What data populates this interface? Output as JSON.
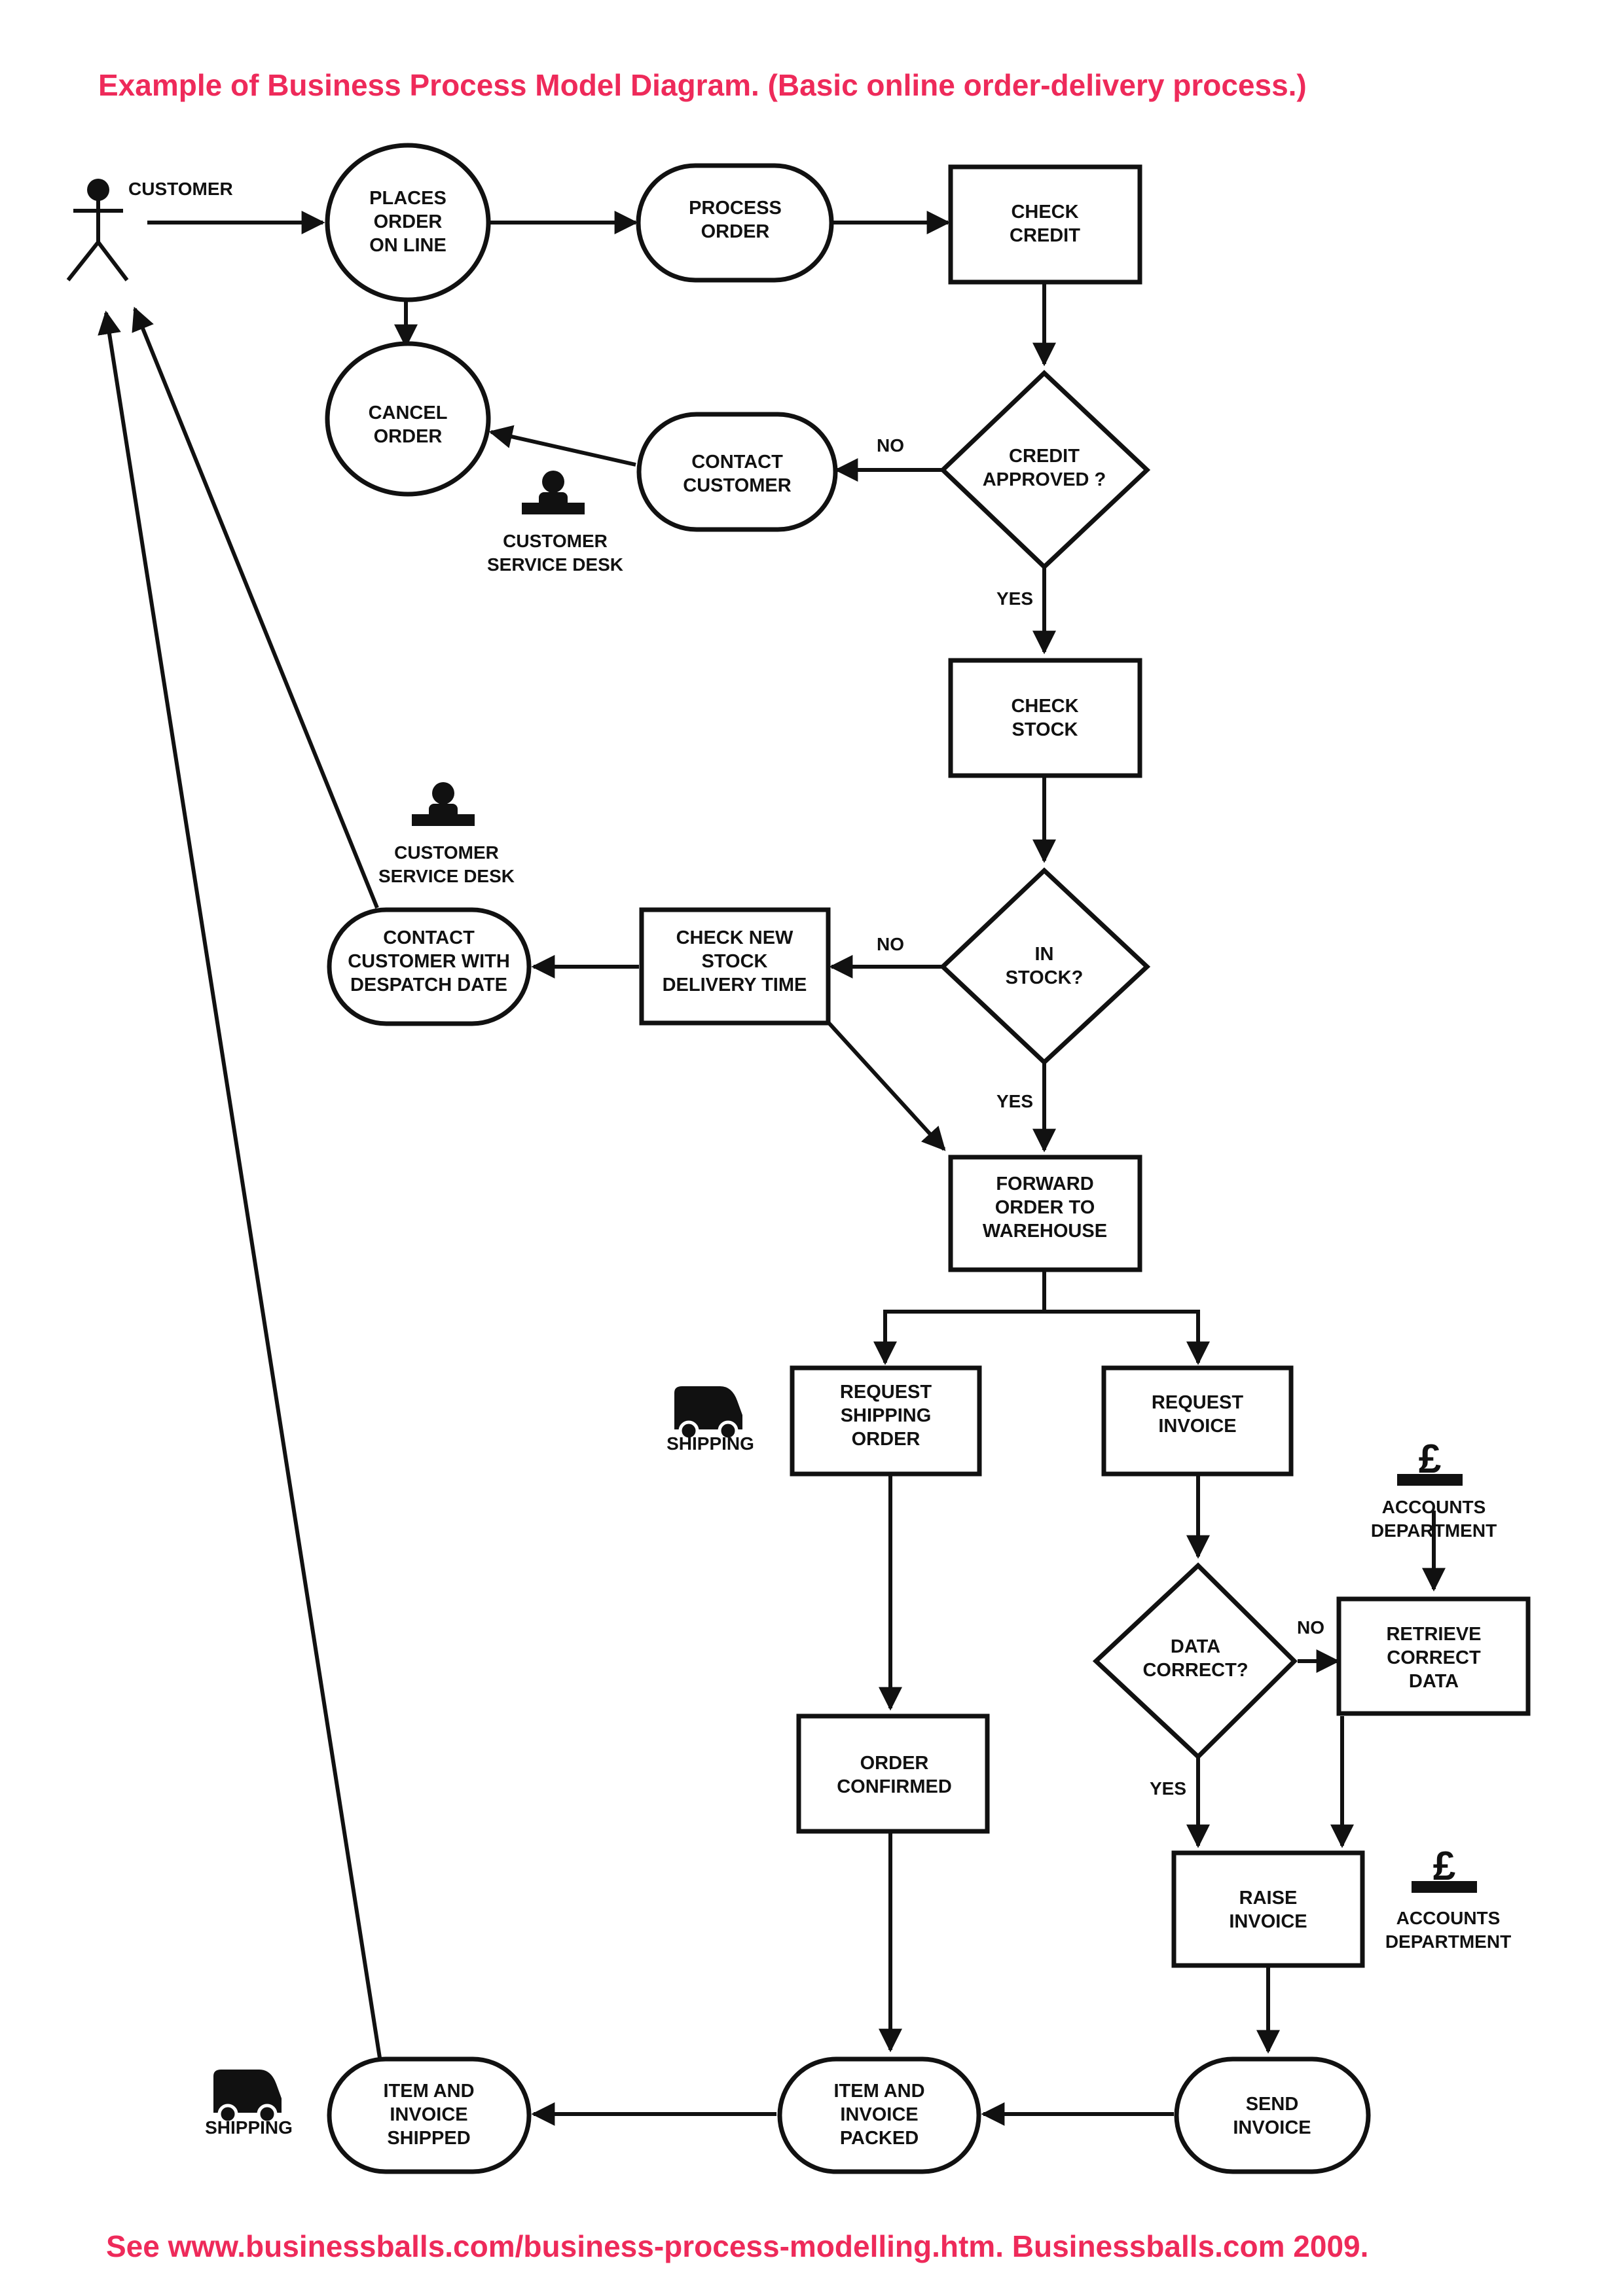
{
  "title": "Example of Business Process Model Diagram. (Basic online order-delivery process.)",
  "footer": "See www.businessballs.com/business-process-modelling.htm.  Businessballs.com 2009.",
  "colors": {
    "title": "#ee2a5a",
    "line": "#111111"
  },
  "actor": {
    "label": "CUSTOMER",
    "icon": "stick-figure-icon"
  },
  "nodes": {
    "places_order": [
      "PLACES",
      "ORDER",
      "ON LINE"
    ],
    "cancel_order": [
      "CANCEL",
      "ORDER"
    ],
    "process_order": [
      "PROCESS",
      "ORDER"
    ],
    "check_credit": [
      "CHECK",
      "CREDIT"
    ],
    "credit_approved": [
      "CREDIT",
      "APPROVED ?"
    ],
    "contact_customer": [
      "CONTACT",
      "CUSTOMER"
    ],
    "check_stock": [
      "CHECK",
      "STOCK"
    ],
    "in_stock": [
      "IN",
      "STOCK?"
    ],
    "check_new_stock": [
      "CHECK NEW",
      "STOCK",
      "DELIVERY TIME"
    ],
    "contact_despatch": [
      "CONTACT",
      "CUSTOMER WITH",
      "DESPATCH DATE"
    ],
    "forward_order": [
      "FORWARD",
      "ORDER TO",
      "WAREHOUSE"
    ],
    "request_shipping": [
      "REQUEST",
      "SHIPPING",
      "ORDER"
    ],
    "request_invoice": [
      "REQUEST",
      "INVOICE"
    ],
    "data_correct": [
      "DATA",
      "CORRECT?"
    ],
    "retrieve_data": [
      "RETRIEVE",
      "CORRECT",
      "DATA"
    ],
    "order_confirmed": [
      "ORDER",
      "CONFIRMED"
    ],
    "raise_invoice": [
      "RAISE",
      "INVOICE"
    ],
    "send_invoice": [
      "SEND",
      "INVOICE"
    ],
    "item_packed": [
      "ITEM AND",
      "INVOICE",
      "PACKED"
    ],
    "item_shipped": [
      "ITEM AND",
      "INVOICE",
      "SHIPPED"
    ]
  },
  "edge_labels": {
    "credit_no": "NO",
    "credit_yes": "YES",
    "stock_no": "NO",
    "stock_yes": "YES",
    "data_no": "NO",
    "data_yes": "YES"
  },
  "lanes": {
    "service_desk_1": {
      "icon": "service-desk-icon",
      "label": [
        "CUSTOMER",
        "SERVICE DESK"
      ]
    },
    "service_desk_2": {
      "icon": "service-desk-icon",
      "label": [
        "CUSTOMER",
        "SERVICE DESK"
      ]
    },
    "shipping_1": {
      "icon": "van-icon",
      "label": [
        "SHIPPING"
      ]
    },
    "shipping_2": {
      "icon": "van-icon",
      "label": [
        "SHIPPING"
      ]
    },
    "accounts_1": {
      "icon": "pound-icon",
      "label": [
        "ACCOUNTS",
        "DEPARTMENT"
      ]
    },
    "accounts_2": {
      "icon": "pound-icon",
      "label": [
        "ACCOUNTS",
        "DEPARTMENT"
      ]
    }
  }
}
